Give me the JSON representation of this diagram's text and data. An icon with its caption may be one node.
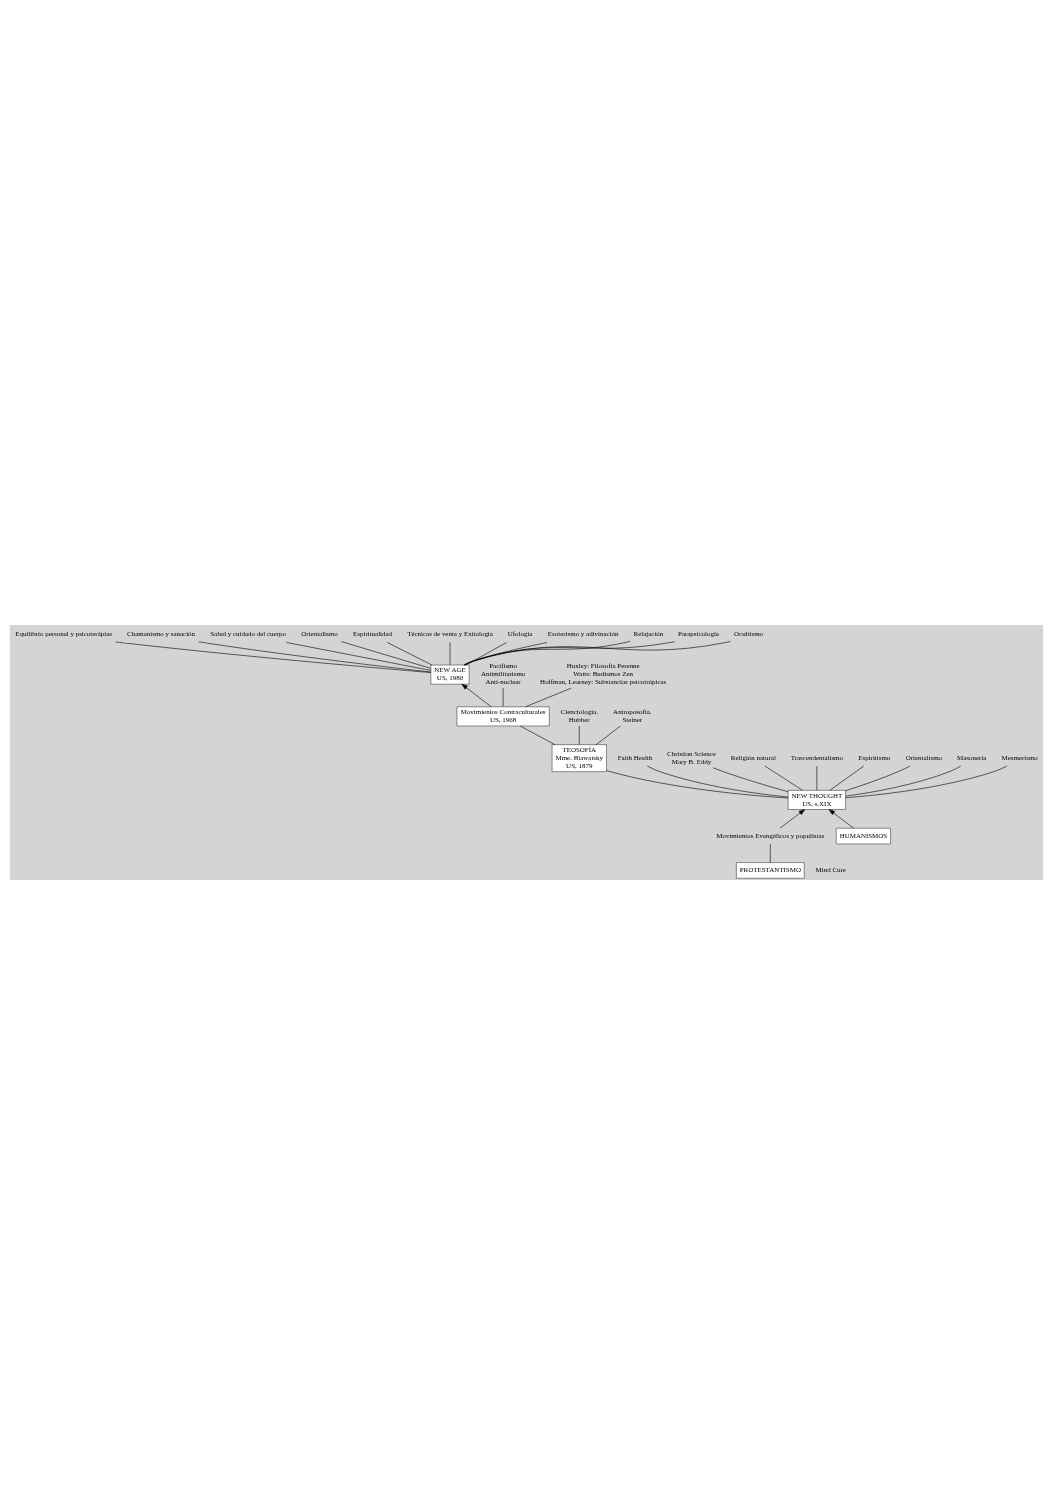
{
  "diagram": {
    "nodes": [
      {
        "text": [
          "NEW AGE",
          "US, 1980"
        ]
      },
      {
        "text": [
          "Equilibrio personal y psicoterápias"
        ]
      },
      {
        "text": [
          "Chamanismo y sanación"
        ]
      },
      {
        "text": [
          "Salud y cuidado del cuerpo"
        ]
      },
      {
        "text": [
          "Orientalismo"
        ]
      },
      {
        "text": [
          "Espiritualidad"
        ]
      },
      {
        "text": [
          "Técnicas de venta y Exitología"
        ]
      },
      {
        "text": [
          "Ufología"
        ]
      },
      {
        "text": [
          "Esoterismo y adivinación"
        ]
      },
      {
        "text": [
          "Relajación"
        ]
      },
      {
        "text": [
          "Parapsicología"
        ]
      },
      {
        "text": [
          "Ocultismo"
        ]
      },
      {
        "text": [
          "Movimientos Contraculturales",
          "US, 1968"
        ]
      },
      {
        "text": [
          "Pacifismo",
          "Antimilitarismo",
          "Anti-nuclear"
        ]
      },
      {
        "text": [
          "Huxley: Filosofía Perenne",
          "Watts: Budismos Zen",
          "Hoffman, Learney: Substancias psicotrópicas"
        ]
      },
      {
        "text": [
          "TEOSOFÍA",
          "Mme. Blawatsky",
          "US, 1879"
        ]
      },
      {
        "text": [
          "Cienciología.",
          "Hubber"
        ]
      },
      {
        "text": [
          "Antroposofía.",
          "Steiner"
        ]
      },
      {
        "text": [
          "Faith Health"
        ]
      },
      {
        "text": [
          "Christian Science",
          "Mary B. Eddy"
        ]
      },
      {
        "text": [
          "NEW THOUGHT",
          "US, s.XIX"
        ]
      },
      {
        "text": [
          "Religión natural"
        ]
      },
      {
        "text": [
          "Trascendentalismo"
        ]
      },
      {
        "text": [
          "Espiritismo"
        ]
      },
      {
        "text": [
          "Orientalismo"
        ]
      },
      {
        "text": [
          "Masonería"
        ]
      },
      {
        "text": [
          "Mesmerismo"
        ]
      },
      {
        "text": [
          "Movimientos Evangélicos y populistas"
        ]
      },
      {
        "text": [
          "PROTESTANTISMO"
        ]
      },
      {
        "text": [
          "HUMANISMOS"
        ]
      }
    ],
    "edges": [
      {
        "from": 0,
        "to": 1,
        "arrow": "none"
      },
      {
        "from": 0,
        "to": 2,
        "arrow": "none"
      },
      {
        "from": 0,
        "to": 3,
        "arrow": "none"
      },
      {
        "from": 0,
        "to": 4,
        "arrow": "none"
      },
      {
        "from": 0,
        "to": 5,
        "arrow": "none"
      },
      {
        "from": 0,
        "to": 6,
        "arrow": "none"
      },
      {
        "from": 0,
        "to": 7,
        "arrow": "none"
      },
      {
        "from": 0,
        "to": 8,
        "arrow": "none"
      },
      {
        "from": 0,
        "to": 9,
        "arrow": "none"
      },
      {
        "from": 0,
        "to": 10,
        "arrow": "none"
      },
      {
        "from": 0,
        "to": 11,
        "arrow": "none"
      },
      {
        "from": 12,
        "to": 0,
        "arrow": "to"
      },
      {
        "from": 12,
        "to": 13,
        "arrow": "none"
      },
      {
        "from": 12,
        "to": 14,
        "arrow": "none"
      },
      {
        "from": 15,
        "to": 12,
        "arrow": "none"
      },
      {
        "from": 15,
        "to": 16,
        "arrow": "none"
      },
      {
        "from": 15,
        "to": 17,
        "arrow": "none"
      },
      {
        "from": 20,
        "to": 15,
        "arrow": "none"
      },
      {
        "from": 20,
        "to": 18,
        "arrow": "none"
      },
      {
        "from": 20,
        "to": 19,
        "arrow": "none"
      },
      {
        "from": 20,
        "to": 21,
        "arrow": "none"
      },
      {
        "from": 20,
        "to": 22,
        "arrow": "none"
      },
      {
        "from": 20,
        "to": 23,
        "arrow": "none"
      },
      {
        "from": 20,
        "to": 24,
        "arrow": "none"
      },
      {
        "from": 20,
        "to": 25,
        "arrow": "none"
      },
      {
        "from": 20,
        "to": 26,
        "arrow": "none"
      },
      {
        "from": 27,
        "to": 20,
        "arrow": "to"
      },
      {
        "from": 28,
        "to": 27,
        "arrow": "none"
      },
      {
        "from": 29,
        "to": 20,
        "arrow": "to"
      }
    ],
    "labels": [
      "Mind Cure"
    ]
  }
}
